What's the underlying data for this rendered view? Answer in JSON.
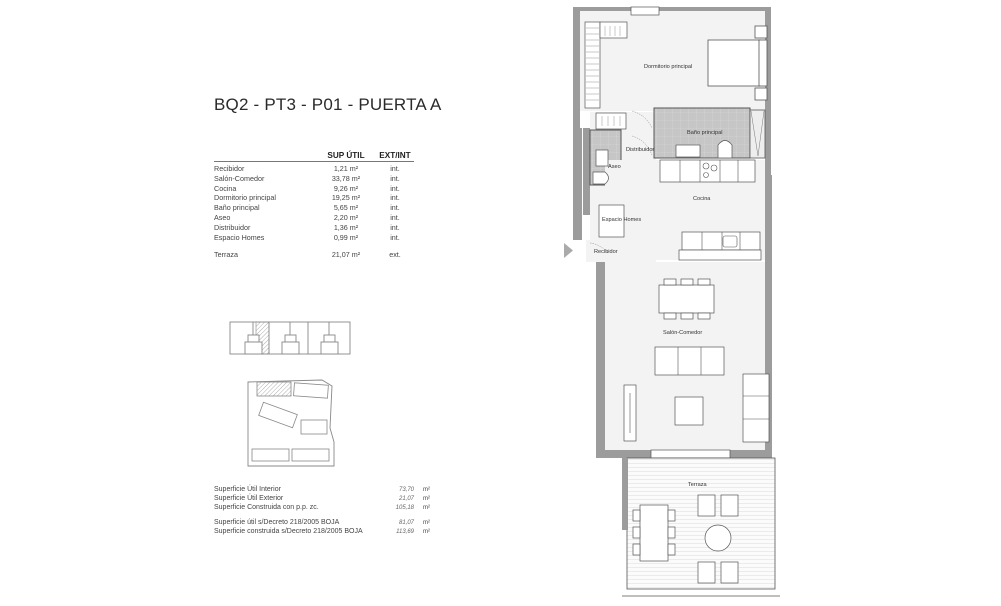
{
  "header": {
    "title": "BQ2 - PT3 - P01 - PUERTA A"
  },
  "area_table": {
    "columns": [
      "",
      "SUP ÚTIL",
      "EXT/INT"
    ],
    "rows": [
      {
        "room": "Recibidor",
        "area": "1,21 m²",
        "type": "int."
      },
      {
        "room": "Salón-Comedor",
        "area": "33,78 m²",
        "type": "int."
      },
      {
        "room": "Cocina",
        "area": "9,26 m²",
        "type": "int."
      },
      {
        "room": "Dormitorio principal",
        "area": "19,25 m²",
        "type": "int."
      },
      {
        "room": "Baño principal",
        "area": "5,65 m²",
        "type": "int."
      },
      {
        "room": "Aseo",
        "area": "2,20 m²",
        "type": "int."
      },
      {
        "room": "Distribuidor",
        "area": "1,36 m²",
        "type": "int."
      },
      {
        "room": "Espacio Homes",
        "area": "0,99 m²",
        "type": "int."
      }
    ],
    "exterior": {
      "room": "Terraza",
      "area": "21,07 m²",
      "type": "ext."
    }
  },
  "totals": {
    "group1": [
      {
        "label": "Superficie Útil Interior",
        "value": "73,70",
        "unit": "m²"
      },
      {
        "label": "Superficie Útil Exterior",
        "value": "21,07",
        "unit": "m²"
      },
      {
        "label": "Superficie Construida con p.p. zc.",
        "value": "105,18",
        "unit": "m²"
      }
    ],
    "group2": [
      {
        "label": "Superficie útil s/Decreto 218/2005 BOJA",
        "value": "81,07",
        "unit": "m²"
      },
      {
        "label": "Superficie construida s/Decreto 218/2005 BOJA",
        "value": "113,69",
        "unit": "m²"
      }
    ]
  },
  "floor_plan": {
    "rooms": {
      "dormitorio": "Dormitorio principal",
      "bano": "Baño principal",
      "distribuidor": "Distribuidor",
      "aseo": "Aseo",
      "cocina": "Cocina",
      "espacio_homes": "Espacio Homes",
      "recibidor": "Recibidor",
      "salon": "Salón-Comedor",
      "terraza": "Terraza"
    },
    "colors": {
      "wall": "#9a9a9a",
      "floor": "#f4f4f4",
      "wet_floor": "#c8c8c8",
      "line": "#555555"
    }
  },
  "key_plans": {
    "building_icon": "building-elevation-key",
    "site_icon": "site-plan-key"
  }
}
